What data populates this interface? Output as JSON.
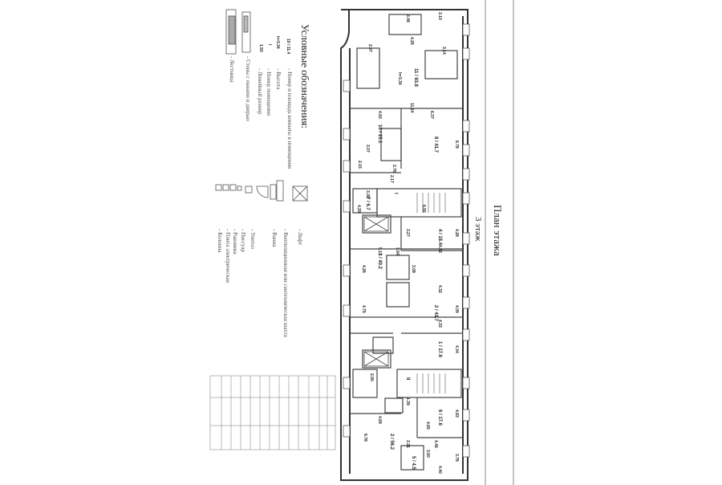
{
  "plan": {
    "title": "План этажа",
    "floor": "3 этаж"
  },
  "legend": {
    "heading": "Условные обозначения:",
    "left_items": [
      {
        "symbol": "10 / 11.4",
        "label": "- Номер и площадь комнаты в помещении"
      },
      {
        "symbol": "h=3.34",
        "label": "- Высота"
      },
      {
        "symbol": "I",
        "label": "- Номер помещения"
      },
      {
        "symbol": "1.50",
        "label": "- Линейный размер"
      },
      {
        "symbol": "",
        "label": "- Стены с окнами и дверью"
      },
      {
        "symbol": "",
        "label": "- Лестница"
      }
    ],
    "right_items": [
      {
        "icon": "elevator-icon",
        "label": "- Лифт"
      },
      {
        "icon": "shaft-icon",
        "label": "- Вентиляционная или сантехническая шахта"
      },
      {
        "icon": "bathtub-icon",
        "label": "- Ванна"
      },
      {
        "icon": "toilet-icon",
        "label": "- Унитаз"
      },
      {
        "icon": "urinal-icon",
        "label": "- Писсуар"
      },
      {
        "icon": "sink-icon",
        "label": "- Раковина"
      },
      {
        "icon": "stove-icon",
        "label": "- Плита электрическая"
      },
      {
        "icon": "column-icon",
        "label": "- Колонна"
      }
    ]
  },
  "rooms": [
    {
      "label": "11 / 93.8",
      "dims": [
        "4.25",
        "3.48",
        "3.10",
        "2.97",
        "3.14",
        "11.24",
        "h=3.34"
      ]
    },
    {
      "label": "10 / 15.1",
      "dims": [
        "4.93",
        "3.07",
        "2.15",
        "2.76"
      ]
    },
    {
      "label": "8 / 41.7",
      "dims": [
        "6.37",
        "6.78"
      ]
    },
    {
      "label": "7 / 6.7",
      "dims": [
        "2.17",
        "3.38",
        "4.29"
      ]
    },
    {
      "label": "I",
      "dims": [
        "6.55"
      ]
    },
    {
      "label": "4 / 18.4",
      "dims": [
        "4.28",
        "4.33",
        "3.27"
      ]
    },
    {
      "label": "3 / 40.2",
      "dims": [
        "5.13",
        "4.26",
        "3.64",
        "3.08"
      ]
    },
    {
      "label": "2 / 41.7",
      "dims": [
        "4.75",
        "4.32",
        "4.09"
      ]
    },
    {
      "label": "1 / 17.6",
      "dims": [
        "4.33",
        "4.34"
      ]
    },
    {
      "label": "II",
      "dims": [
        "1.39",
        "2.90"
      ]
    },
    {
      "label": "6 / 17.6",
      "dims": [
        "4.83",
        "4.46",
        "4.65"
      ]
    },
    {
      "label": "2 / 56.2",
      "dims": [
        "4.69",
        "6.78",
        "3.31"
      ]
    },
    {
      "label": "5 / 4.5",
      "dims": [
        "3.50",
        "4.40",
        "3.78"
      ]
    }
  ]
}
